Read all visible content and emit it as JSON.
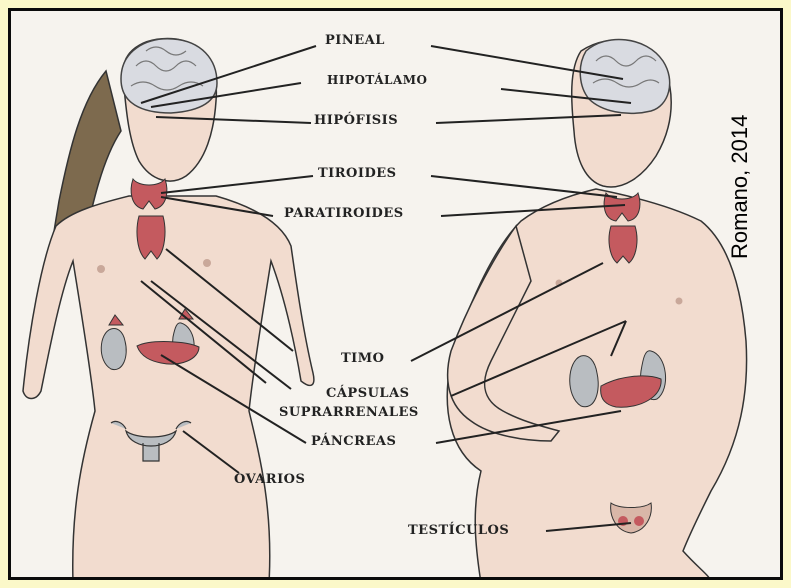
{
  "labels": {
    "pineal": "PINEAL",
    "hipotalamo": "HIPOTÁLAMO",
    "hipofisis": "HIPÓFISIS",
    "tiroides": "TIROIDES",
    "paratiroides": "PARATIROIDES",
    "timo": "TIMO",
    "capsulas": "CÁPSULAS",
    "suprarrenales": "SUPRARRENALES",
    "pancreas": "PÁNCREAS",
    "ovarios": "OVARIOS",
    "testiculos": "TESTÍCULOS"
  },
  "credit": "Romano, 2014",
  "colors": {
    "background": "#fbf8c9",
    "frame": "#0b0b0b",
    "skin": "#f2dccf",
    "gland": "#c45a5f",
    "kidney": "#b9bdc1",
    "brain": "#d9dbe1"
  }
}
